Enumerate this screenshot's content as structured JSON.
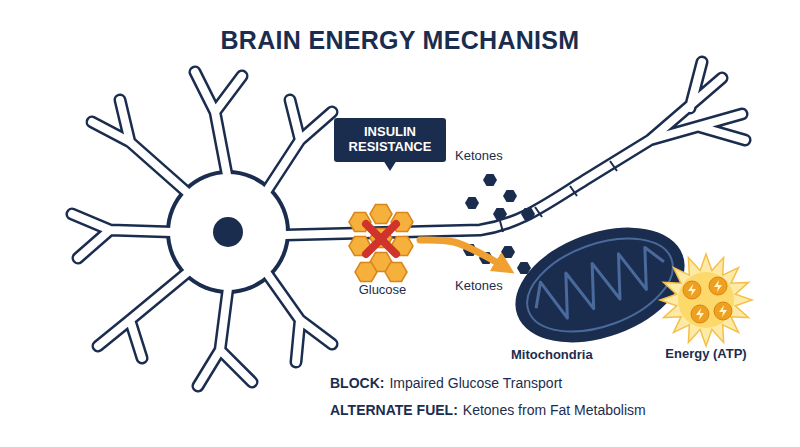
{
  "diagram": {
    "title": "BRAIN ENERGY MECHANISM",
    "nodes": [
      {
        "text": [
          "INSULIN RESISTANCE"
        ]
      },
      {
        "text": [
          "Glucose"
        ]
      },
      {
        "text": [
          "Mitochondria"
        ]
      },
      {
        "text": [
          "Energy (ATP)"
        ]
      }
    ],
    "edges": [
      {
        "from": 1,
        "to": 2,
        "arrow": "to"
      }
    ],
    "labels": [
      "Ketones",
      "Ketones",
      "BLOCK:",
      "Impaired Glucose Transport",
      "ALTERNATE FUEL:",
      "Ketones from Fat Metabolism"
    ]
  }
}
